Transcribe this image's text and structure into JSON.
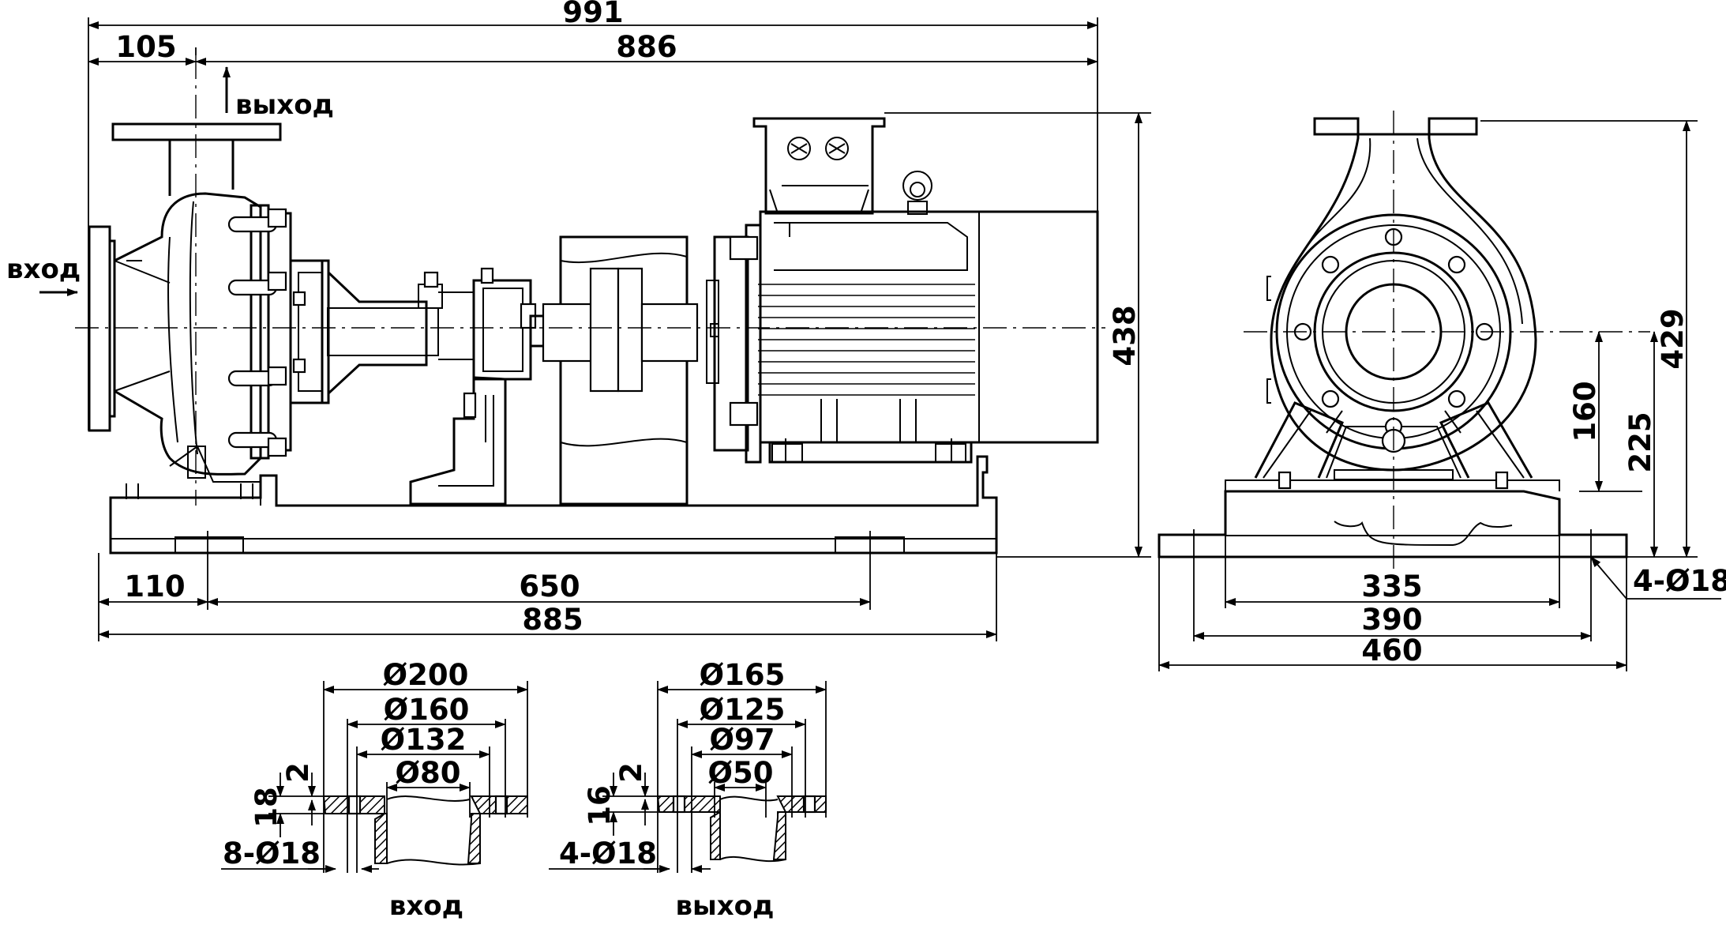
{
  "front_view": {
    "dims": {
      "overall_length": "991",
      "pump_to_motor_end": "886",
      "suction_offset": "105",
      "height": "438",
      "base_left_offset": "110",
      "bolt_spacing": "650",
      "base_length": "885"
    },
    "labels": {
      "inlet": "вход",
      "outlet": "выход"
    }
  },
  "side_view": {
    "dims": {
      "overall_height": "429",
      "flange_height": "225",
      "shaft_height": "160",
      "bolt_spacing": "335",
      "base_inner": "390",
      "base_width": "460",
      "holes": "4-Ø18"
    }
  },
  "inlet_flange": {
    "dims": {
      "outer": "Ø200",
      "bolt_circle": "Ø160",
      "raised_face": "Ø132",
      "bore": "Ø80",
      "thickness": "18",
      "face": "2",
      "holes": "8-Ø18"
    },
    "caption": "вход"
  },
  "outlet_flange": {
    "dims": {
      "outer": "Ø165",
      "bolt_circle": "Ø125",
      "raised_face": "Ø97",
      "bore": "Ø50",
      "thickness": "16",
      "face": "2",
      "holes": "4-Ø18"
    },
    "caption": "выход"
  }
}
